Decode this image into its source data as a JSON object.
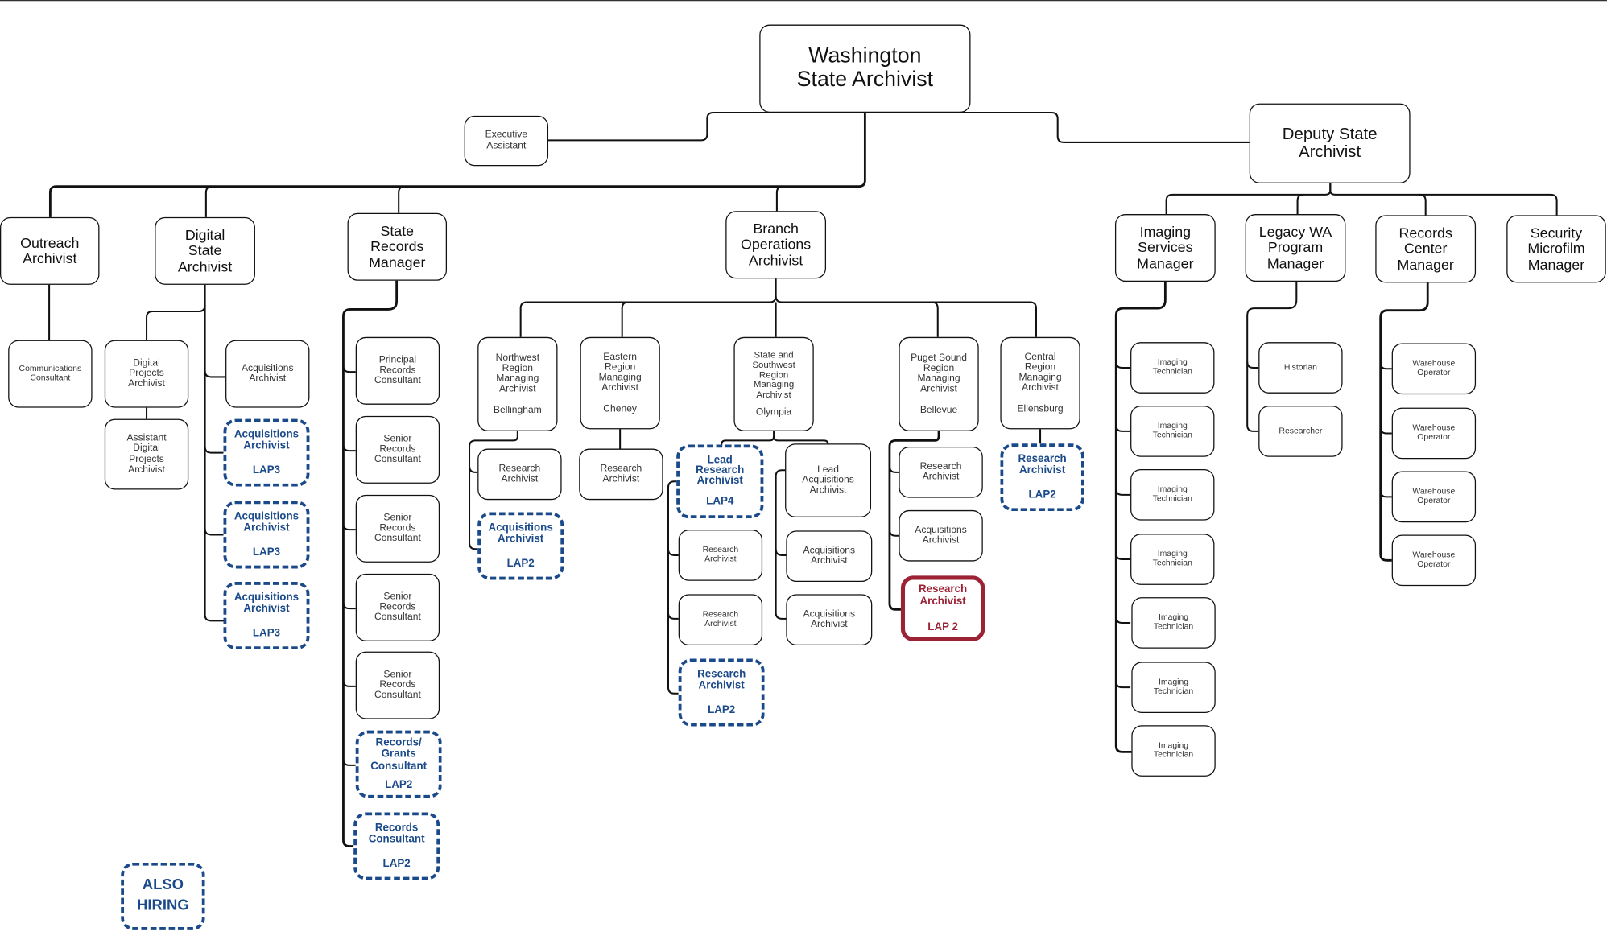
{
  "colors": {
    "vacant_dashed": "#1b4a8a",
    "highlight": "#9b2335",
    "line": "#111111"
  },
  "top": {
    "state_archivist": "Washington\nState Archivist",
    "executive_assistant": "Executive\nAssistant",
    "deputy": "Deputy State\nArchivist"
  },
  "managers": {
    "outreach": "Outreach\nArchivist",
    "digital": "Digital\nState\nArchivist",
    "state_records": "State\nRecords\nManager",
    "branch_ops": "Branch\nOperations\nArchivist",
    "imaging": "Imaging\nServices\nManager",
    "legacy": "Legacy WA\nProgram\nManager",
    "records_center": "Records\nCenter\nManager",
    "security": "Security\nMicrofilm\nManager"
  },
  "outreach_team": {
    "communications": "Communications\nConsultant"
  },
  "digital_team": {
    "projects": "Digital\nProjects\nArchivist",
    "assistant": "Assistant\nDigital\nProjects\nArchivist",
    "acquisitions": "Acquisitions\nArchivist",
    "openings": [
      {
        "title": "Acquisitions\nArchivist",
        "level": "LAP3"
      },
      {
        "title": "Acquisitions\nArchivist",
        "level": "LAP3"
      },
      {
        "title": "Acquisitions\nArchivist",
        "level": "LAP3"
      }
    ]
  },
  "records_team": {
    "principal": "Principal\nRecords\nConsultant",
    "seniors": [
      "Senior\nRecords\nConsultant",
      "Senior\nRecords\nConsultant",
      "Senior\nRecords\nConsultant",
      "Senior\nRecords\nConsultant"
    ],
    "openings": [
      {
        "title": "Records/\nGrants\nConsultant",
        "level": "LAP2"
      },
      {
        "title": "Records\nConsultant",
        "level": "LAP2"
      }
    ]
  },
  "regions": {
    "northwest": {
      "title": "Northwest\nRegion\nManaging\nArchivist",
      "location": "Bellingham",
      "staff": "Research\nArchivist",
      "opening": {
        "title": "Acquisitions\nArchivist",
        "level": "LAP2"
      }
    },
    "eastern": {
      "title": "Eastern\nRegion\nManaging\nArchivist",
      "location": "Cheney",
      "staff": "Research\nArchivist"
    },
    "southwest": {
      "title": "State and\nSouthwest\nRegion\nManaging\nArchivist",
      "location": "Olympia",
      "lead_opening": {
        "title": "Lead\nResearch\nArchivist",
        "level": "LAP4"
      },
      "research": [
        "Research\nArchivist",
        "Research\nArchivist"
      ],
      "research_opening": {
        "title": "Research\nArchivist",
        "level": "LAP2"
      },
      "lead_acq": "Lead\nAcquisitions\nArchivist",
      "acq": [
        "Acquisitions\nArchivist",
        "Acquisitions\nArchivist"
      ]
    },
    "puget": {
      "title": "Puget Sound\nRegion\nManaging\nArchivist",
      "location": "Bellevue",
      "research": "Research\nArchivist",
      "acq": "Acquisitions\nArchivist",
      "highlight": {
        "title": "Research\nArchivist",
        "level": "LAP 2"
      }
    },
    "central": {
      "title": "Central\nRegion\nManaging\nArchivist",
      "location": "Ellensburg",
      "opening": {
        "title": "Research\nArchivist",
        "level": "LAP2"
      }
    }
  },
  "imaging_team": [
    "Imaging\nTechnician",
    "Imaging\nTechnician",
    "Imaging\nTechnician",
    "Imaging\nTechnician",
    "Imaging\nTechnician",
    "Imaging\nTechnician",
    "Imaging\nTechnician"
  ],
  "legacy_team": [
    "Historian",
    "Researcher"
  ],
  "records_center_team": [
    "Warehouse\nOperator",
    "Warehouse\nOperator",
    "Warehouse\nOperator",
    "Warehouse\nOperator"
  ],
  "legend": {
    "also_hiring": "ALSO\nHIRING"
  }
}
